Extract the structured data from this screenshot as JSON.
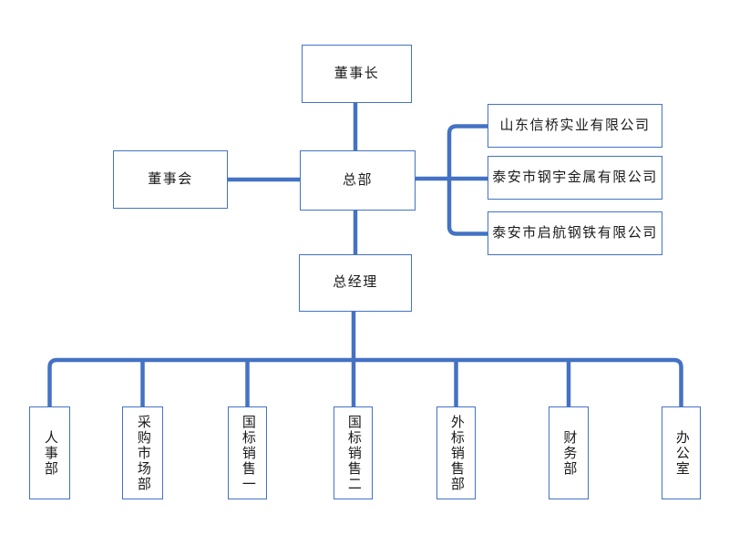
{
  "diagram": {
    "type": "org-chart",
    "background": "#ffffff",
    "colors": {
      "connector": "#4472C4",
      "box_border": "#4472C4",
      "box_fill": "#ffffff",
      "text": "#1a1a1a"
    },
    "nodes": {
      "chairman": {
        "label": "董事长"
      },
      "board": {
        "label": "董事会"
      },
      "headquarters": {
        "label": "总部"
      },
      "general_manager": {
        "label": "总经理"
      },
      "subsidiaries": [
        {
          "label": "山东信桥实业有限公司"
        },
        {
          "label": "泰安市钢宇金属有限公司"
        },
        {
          "label": "泰安市启航钢铁有限公司"
        }
      ],
      "departments": [
        {
          "label": "人事部"
        },
        {
          "label": "采购市场部"
        },
        {
          "label": "国标销售一"
        },
        {
          "label": "国标销售二"
        },
        {
          "label": "外标销售部"
        },
        {
          "label": "财务部"
        },
        {
          "label": "办公室"
        }
      ]
    },
    "edges": [
      {
        "from": "chairman",
        "to": "headquarters"
      },
      {
        "from": "board",
        "to": "headquarters"
      },
      {
        "from": "headquarters",
        "to": "subsidiaries.0"
      },
      {
        "from": "headquarters",
        "to": "subsidiaries.1"
      },
      {
        "from": "headquarters",
        "to": "subsidiaries.2"
      },
      {
        "from": "headquarters",
        "to": "general_manager"
      },
      {
        "from": "general_manager",
        "to": "departments.0"
      },
      {
        "from": "general_manager",
        "to": "departments.1"
      },
      {
        "from": "general_manager",
        "to": "departments.2"
      },
      {
        "from": "general_manager",
        "to": "departments.3"
      },
      {
        "from": "general_manager",
        "to": "departments.4"
      },
      {
        "from": "general_manager",
        "to": "departments.5"
      },
      {
        "from": "general_manager",
        "to": "departments.6"
      }
    ]
  }
}
